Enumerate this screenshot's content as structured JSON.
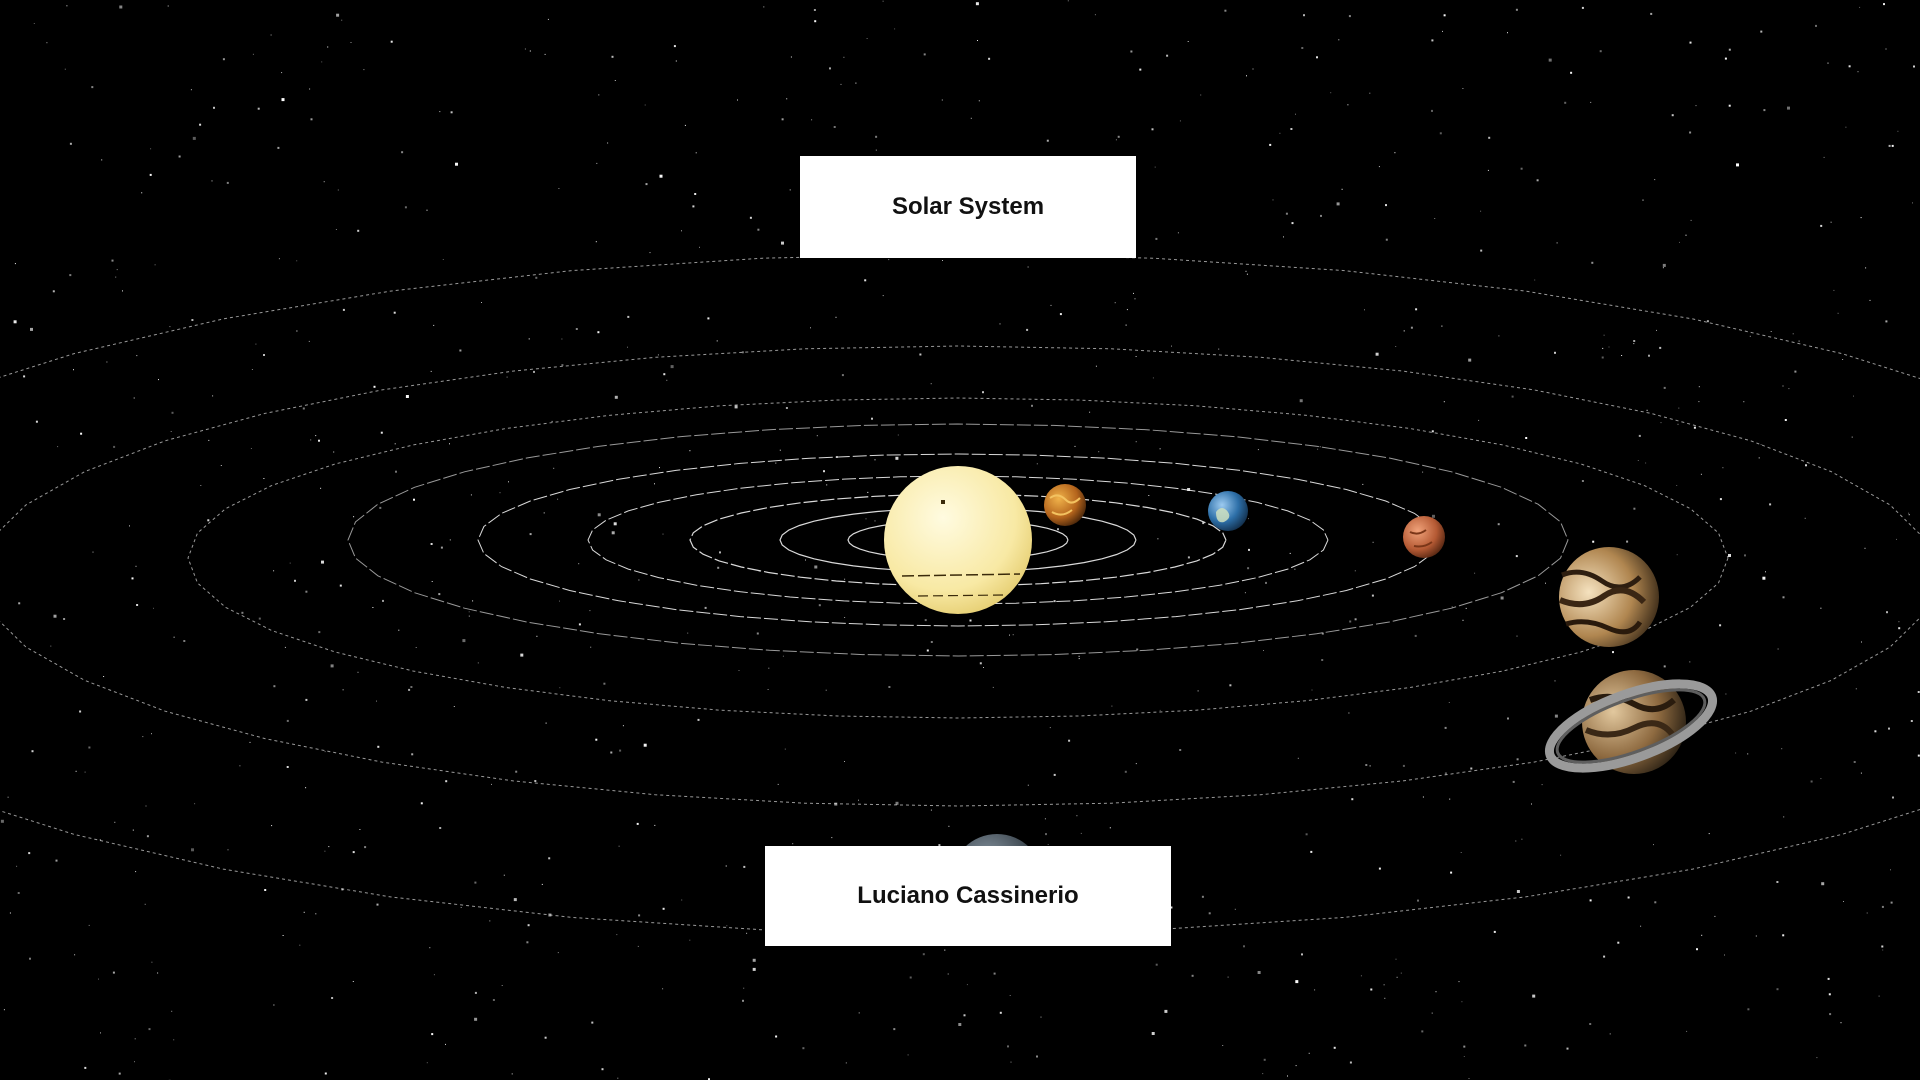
{
  "title": "Solar System",
  "author": "Luciano Cassinerio",
  "colors": {
    "background": "#000000",
    "label_background": "#ffffff",
    "label_text": "#111111",
    "orbit_line": "#ffffff",
    "star": "#ffffff"
  },
  "bodies": [
    {
      "name": "sun",
      "icon": "sun-icon",
      "colors": [
        "#fff7c9",
        "#f6e59a",
        "#e8cf6e"
      ]
    },
    {
      "name": "mercury",
      "icon": "planet-icon",
      "colors": [
        "#e6a23a",
        "#b4641c",
        "#5a2e0e"
      ]
    },
    {
      "name": "earth",
      "icon": "planet-icon",
      "colors": [
        "#7fb8e4",
        "#2d6fa8",
        "#163a5e"
      ]
    },
    {
      "name": "mars",
      "icon": "planet-icon",
      "colors": [
        "#e8946a",
        "#b55a34",
        "#5e2a16"
      ]
    },
    {
      "name": "jupiter",
      "icon": "planet-icon",
      "colors": [
        "#f0d9b0",
        "#a87c48",
        "#3d2a18"
      ]
    },
    {
      "name": "saturn",
      "icon": "ringed-planet-icon",
      "colors": [
        "#d9bd93",
        "#8e6a40",
        "#2e2012"
      ]
    },
    {
      "name": "uranus",
      "icon": "planet-icon",
      "colors": [
        "#7c8a96",
        "#4a545c",
        "#1c2226"
      ]
    }
  ]
}
